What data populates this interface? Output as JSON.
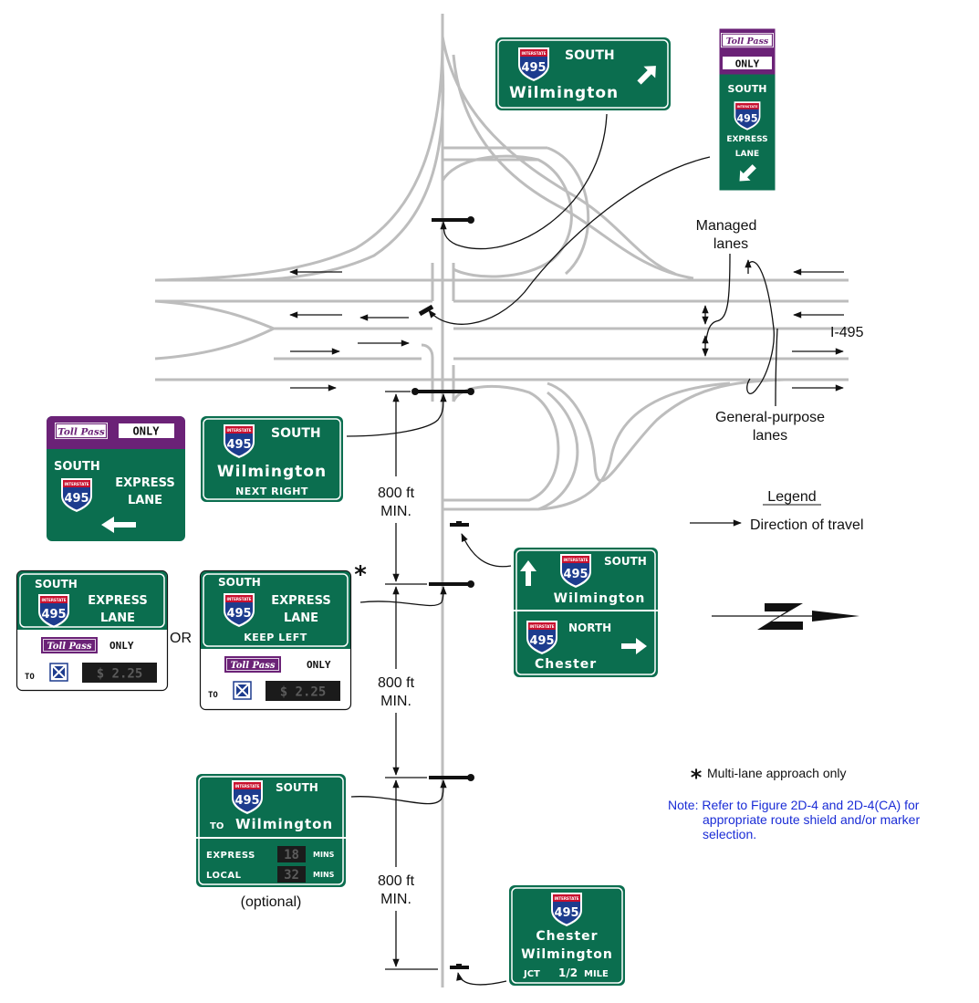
{
  "colors": {
    "sign_green": "#0b6e4f",
    "tollpass_purple": "#6b2277",
    "shield_blue": "#1d3c8e",
    "shield_red": "#c8102e",
    "road_gray": "#bdbdbd",
    "note_blue": "#1a2cd6"
  },
  "labels": {
    "managed_lanes_1": "Managed",
    "managed_lanes_2": "lanes",
    "general_purpose_1": "General-purpose",
    "general_purpose_2": "lanes",
    "route": "I-495",
    "legend_title": "Legend",
    "legend_direction": "Direction of travel",
    "distance_value": "800 ft",
    "distance_unit": "MIN.",
    "or": "OR",
    "optional": "(optional)",
    "multilane": "Multi-lane approach only",
    "note_line1": "Note: Refer to Figure 2D-4 and 2D-4(CA) for",
    "note_line2": "appropriate route shield and/or marker",
    "note_line3": "selection."
  },
  "signs": {
    "shield_banner": "INTERSTATE",
    "route_number": "495",
    "tollpass": "Toll Pass",
    "only": "ONLY",
    "south": "SOUTH",
    "north": "NORTH",
    "wilmington": "Wilmington",
    "chester": "Chester",
    "express": "EXPRESS",
    "lane": "LANE",
    "next_right": "NEXT RIGHT",
    "keep_left": "KEEP LEFT",
    "to": "TO",
    "toll_amount": "$ 2.25",
    "local": "LOCAL",
    "mins": "MINS",
    "express_mins": "18",
    "local_mins": "32",
    "jct": "JCT",
    "half": "1/2",
    "mile": "MILE"
  }
}
